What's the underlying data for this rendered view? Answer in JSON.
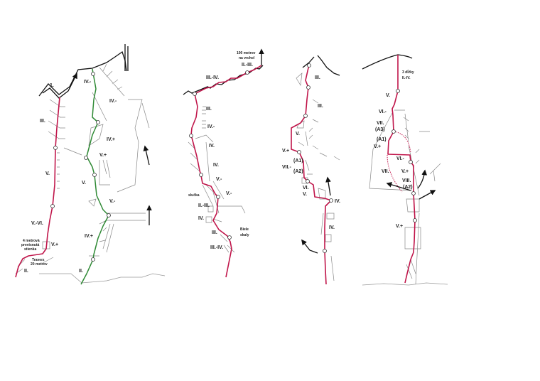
{
  "colors": {
    "route_red": "#c0154a",
    "route_green": "#2f8a35"
  },
  "topo1": {
    "labels": [
      "1.",
      "III.",
      "V.",
      "V.-VI.",
      "V.+",
      "II.",
      "IV.-",
      "IV.-",
      "IV.+",
      "V.+",
      "V.",
      "V.-",
      "IV.+",
      "II."
    ],
    "notes": [
      "4 metrová",
      "previsnutá",
      "stienka",
      "Traverz",
      "20 metrov"
    ]
  },
  "topo2": {
    "labels": [
      "III.-IV.",
      "II.-III.",
      "III.",
      "IV.-",
      "IV.",
      "IV.",
      "V.-",
      "V.-",
      "II.-III.",
      "IV.",
      "III.",
      "III.-IV."
    ],
    "notes": [
      "100 metrov",
      "na vrchol",
      "slučka",
      "Biele",
      "skaly"
    ]
  },
  "topo3": {
    "labels": [
      "III.",
      "III.",
      "V.",
      "V.+",
      "(A1)",
      "VII.-",
      "(A2)",
      "VI.",
      "V.",
      "IV.",
      "IV."
    ]
  },
  "topo4": {
    "labels": [
      "3 dĺžky",
      "II.-IV.",
      "V.",
      "VI.-",
      "VII.",
      "(A3)",
      "(A1)",
      "V.+",
      "VI.-",
      "V.+",
      "VII.",
      "VIII.",
      "(A2)",
      "V.+"
    ]
  }
}
